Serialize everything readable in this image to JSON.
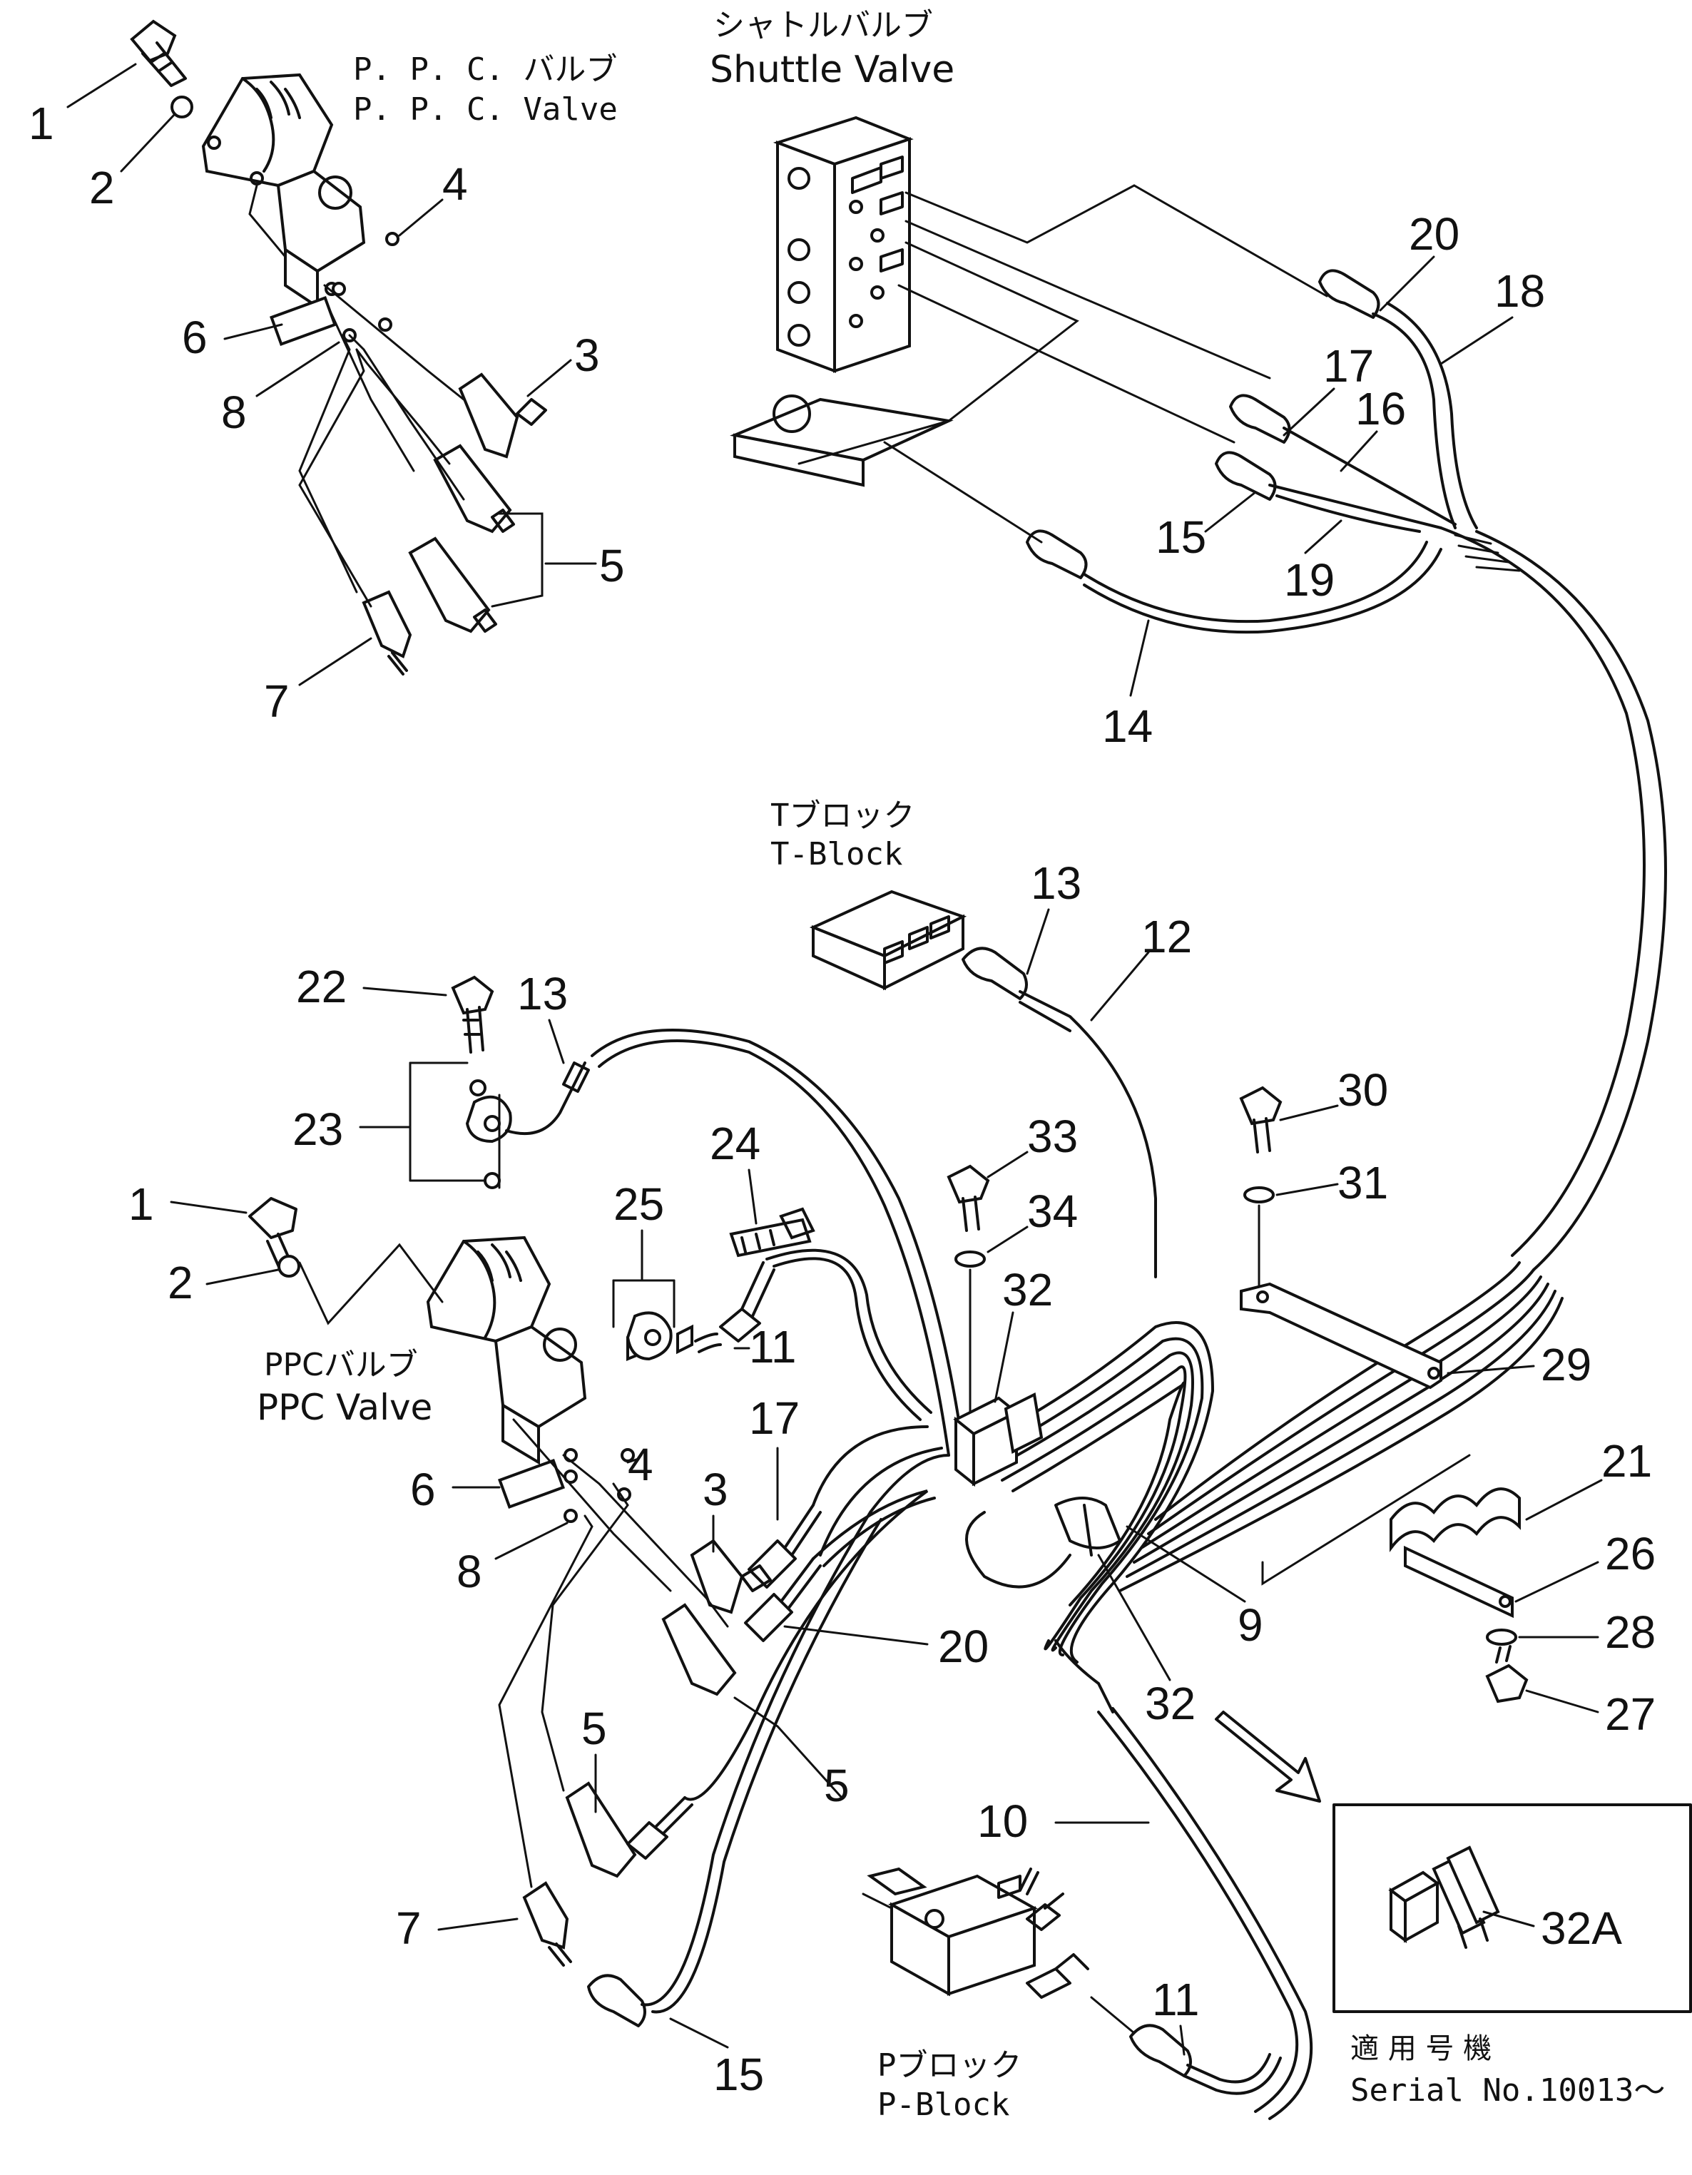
{
  "components": {
    "shuttle_valve": {
      "jp": "シャトルバルブ",
      "en": "Shuttle Valve"
    },
    "ppc_valve_top": {
      "jp": "P. P. C. バルブ",
      "en": "P. P. C. Valve"
    },
    "t_block": {
      "jp": "Tブロック",
      "en": "T-Block"
    },
    "ppc_valve_mid": {
      "jp": "PPCバルブ",
      "en": "PPC Valve"
    },
    "p_block": {
      "jp": "Pブロック",
      "en": "P-Block"
    }
  },
  "inset": {
    "callout": "32A"
  },
  "serial_note": {
    "jp": "適 用 号 機",
    "en": "Serial No.10013〜"
  },
  "callouts": {
    "top_ppc": [
      "1",
      "2",
      "4",
      "6",
      "3",
      "8",
      "5",
      "7"
    ],
    "shuttle": [
      "20",
      "18",
      "17",
      "16",
      "15",
      "19",
      "14"
    ],
    "t_block": [
      "13",
      "12"
    ],
    "mid_ppc": [
      "22",
      "13",
      "23",
      "24",
      "25",
      "1",
      "2",
      "11",
      "4",
      "6",
      "3",
      "17",
      "8",
      "20",
      "5",
      "5",
      "7",
      "15"
    ],
    "harness": [
      "33",
      "34",
      "32",
      "30",
      "31",
      "29",
      "21",
      "26",
      "28",
      "27",
      "9",
      "32",
      "10",
      "11"
    ]
  }
}
